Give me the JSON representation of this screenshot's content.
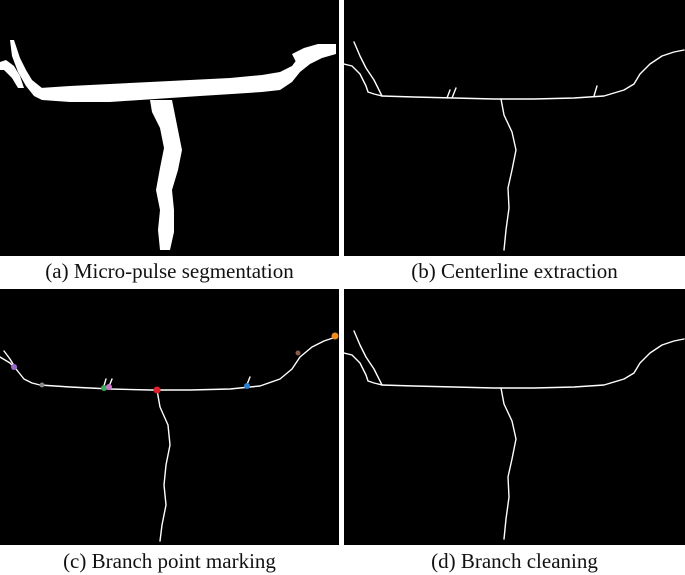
{
  "captions": {
    "a": "(a) Micro-pulse segmentation",
    "b": "(b) Centerline extraction",
    "c": "(c) Branch point marking",
    "d": "(d) Branch cleaning"
  },
  "colors": {
    "background": "#000000",
    "vessel": "#ffffff",
    "marker_red": "#e0202a",
    "marker_blue": "#2a7fd0",
    "marker_orange": "#f08a24",
    "marker_purple": "#9a6ac8",
    "marker_green": "#3aaa5a",
    "marker_brown": "#8a5a4a",
    "marker_gray": "#8a8a8a"
  }
}
